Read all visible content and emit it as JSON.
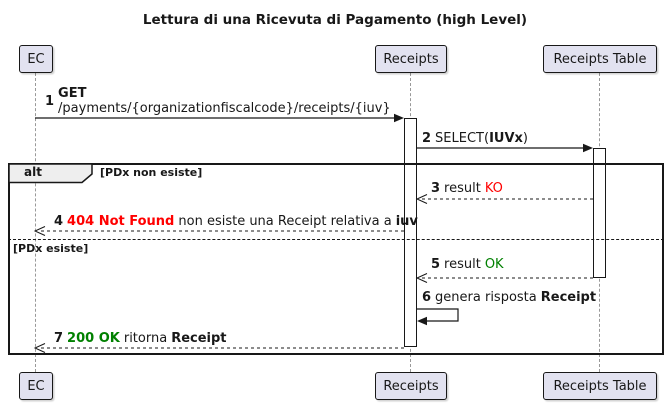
{
  "title": "Lettura di una Ricevuta di Pagamento (high Level)",
  "participants": [
    {
      "label": "EC"
    },
    {
      "label": "Receipts"
    },
    {
      "label": "Receipts Table"
    }
  ],
  "alt_frame": {
    "operator": "alt",
    "conditions": [
      "[PDx non esiste]",
      "[PDx esiste]"
    ]
  },
  "messages": {
    "m1": {
      "num": "1",
      "method": "GET",
      "path": "/payments/{organizationfiscalcode}/receipts/{iuv}"
    },
    "m2": {
      "num": "2",
      "pre": "SELECT(",
      "arg": "IUVx",
      "post": ")"
    },
    "m3": {
      "num": "3",
      "label": "result",
      "status": "KO"
    },
    "m4": {
      "num": "4",
      "status": "404 Not Found",
      "label": "non esiste una Receipt relativa a",
      "arg": "iuv"
    },
    "m5": {
      "num": "5",
      "label": "result",
      "status": "OK"
    },
    "m6": {
      "num": "6",
      "label": "genera risposta",
      "arg": "Receipt"
    },
    "m7": {
      "num": "7",
      "status": "200 OK",
      "label": "ritorna",
      "arg": "Receipt"
    }
  },
  "colors": {
    "error": "#FF0000",
    "success": "#008000",
    "participant_fill": "#E2E2F0",
    "border": "#181818",
    "lifeline": "#999999",
    "frame_label_fill": "#EEEEEE"
  }
}
